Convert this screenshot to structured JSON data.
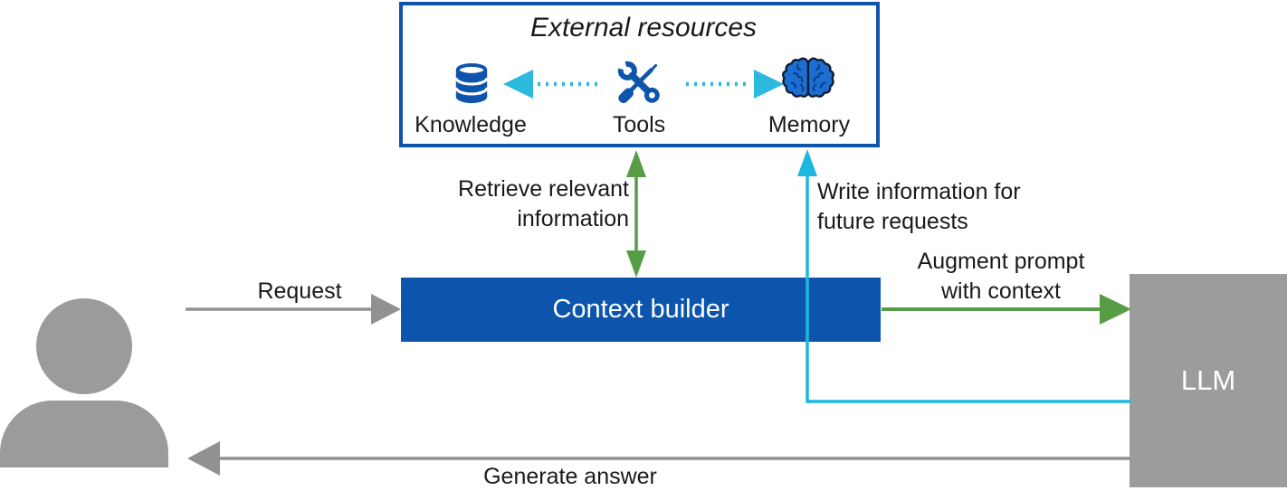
{
  "diagram": {
    "external_resources": {
      "title": "External resources",
      "items": [
        {
          "label": "Knowledge",
          "icon": "database-icon"
        },
        {
          "label": "Tools",
          "icon": "tools-icon"
        },
        {
          "label": "Memory",
          "icon": "brain-icon"
        }
      ]
    },
    "nodes": {
      "context_builder": {
        "label": "Context builder"
      },
      "llm": {
        "label": "LLM"
      },
      "user": {
        "icon": "person-icon"
      }
    },
    "edges": {
      "request": {
        "label": "Request",
        "from": "user",
        "to": "context_builder",
        "color": "#8f9193"
      },
      "retrieve": {
        "label": "Retrieve relevant\ninformation",
        "from": "context_builder",
        "to": "external_resources",
        "color": "#579d45",
        "direction": "bidirectional"
      },
      "write": {
        "label": "Write information for\nfuture requests",
        "from": "llm",
        "to": "memory",
        "color": "#1cb8e0"
      },
      "augment": {
        "label": "Augment prompt\nwith context",
        "from": "context_builder",
        "to": "llm",
        "color": "#579d45"
      },
      "generate": {
        "label": "Generate answer",
        "from": "llm",
        "to": "user",
        "color": "#8f9193"
      },
      "knowledge_link": {
        "from": "tools",
        "to": "knowledge",
        "style": "dotted",
        "color": "#2bb9dd"
      },
      "memory_link": {
        "from": "tools",
        "to": "memory",
        "style": "dotted",
        "color": "#2bb9dd"
      }
    },
    "colors": {
      "blue": "#0d55ac",
      "cyan": "#1cb8e0",
      "green": "#579d45",
      "gray_line": "#8f9193",
      "gray_fill": "#9b9b9b",
      "brain_fill": "#1d6ed2",
      "text": "#1a1a1a"
    }
  }
}
